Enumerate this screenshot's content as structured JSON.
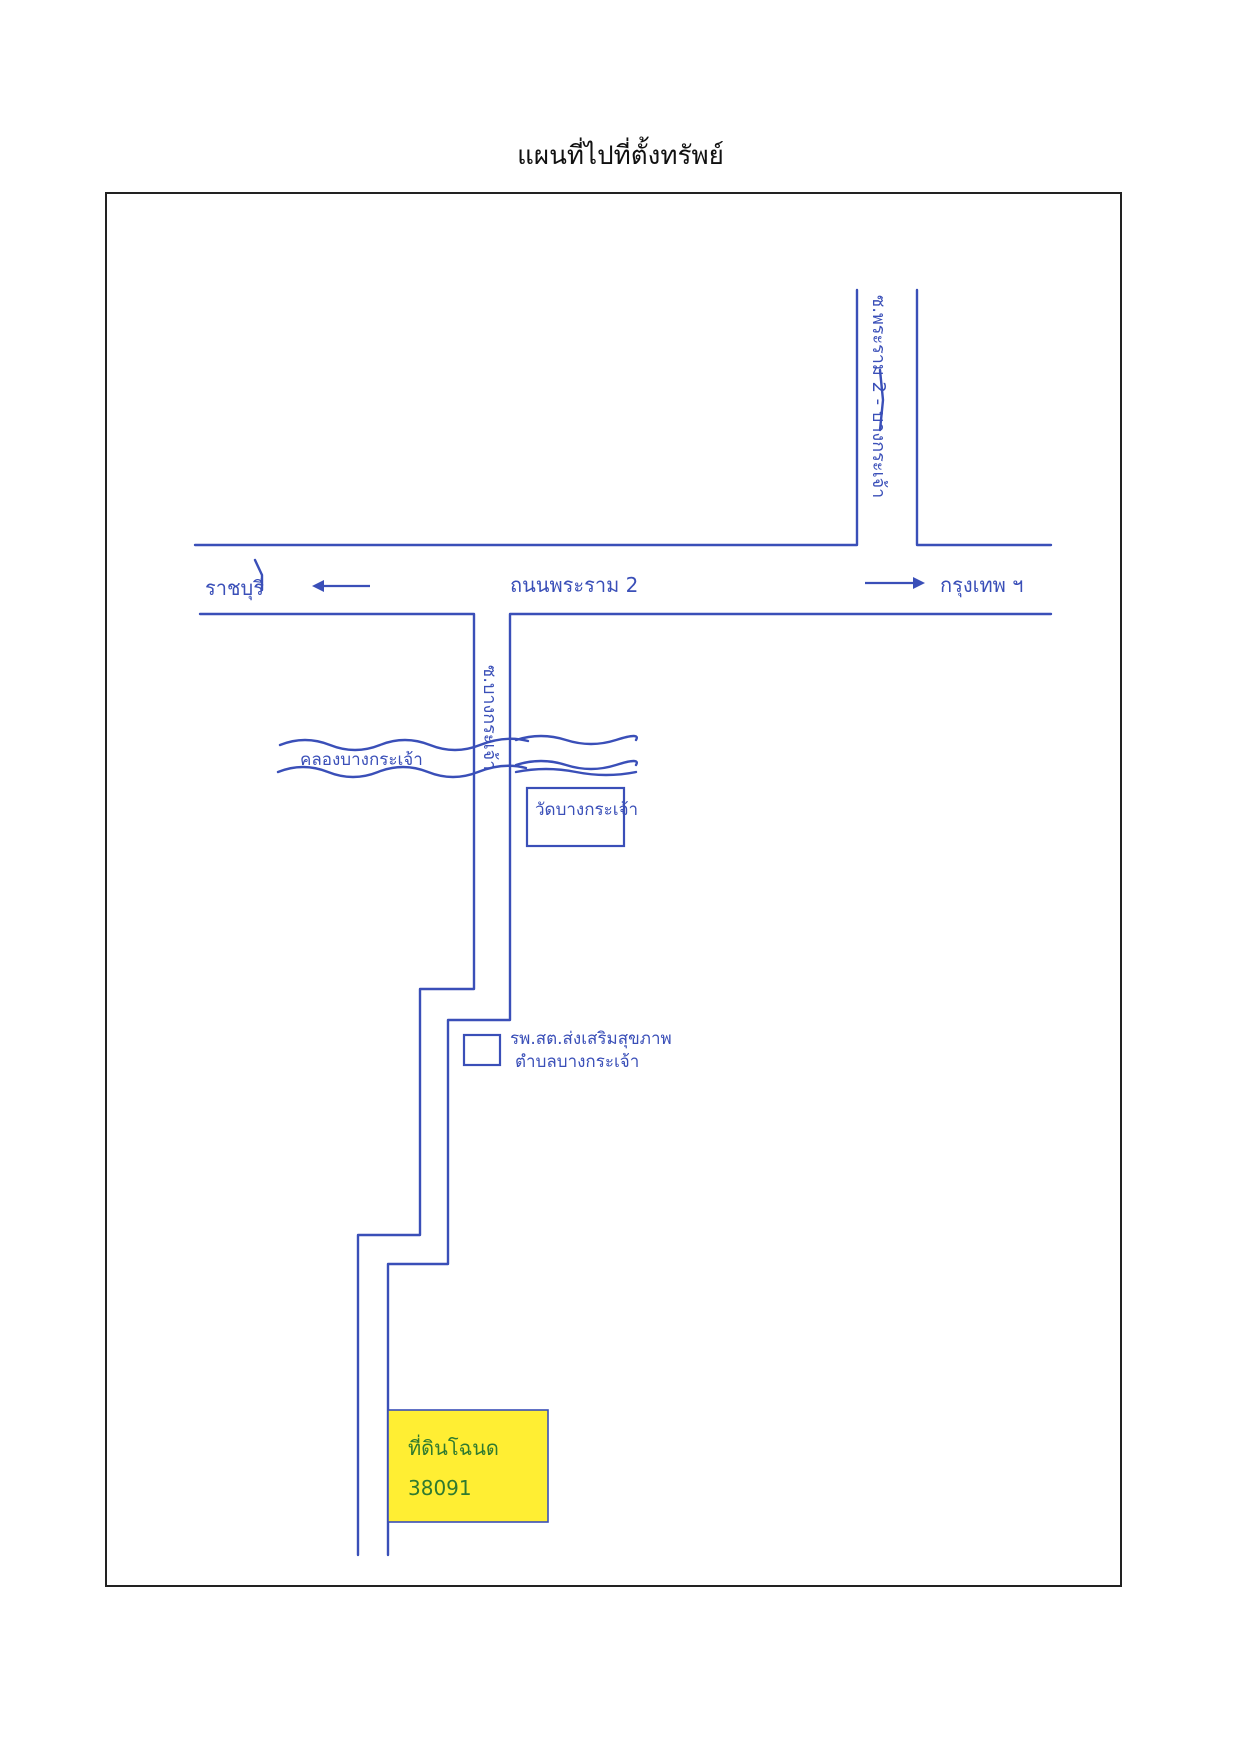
{
  "title": "แผนที่ไปที่ตั้งทรัพย์",
  "colors": {
    "ink": "#3a4fb8",
    "highlight": "#ffee33",
    "frame": "#222222",
    "highlight_text": "#2f7a2f"
  },
  "labels": {
    "road_main": "ถนนพระราม 2",
    "dir_west": "ราชบุรี",
    "dir_east": "กรุงเทพ ฯ",
    "soi_north": "ซ.พระราม 2 - บางกระเจ้า",
    "soi_south": "ซ.บางกระเจ้า",
    "canal": "คลองบางกระเจ้า",
    "temple": "วัดบางกระเจ้า",
    "health_line1": "รพ.สต.ส่งเสริมสุขภาพ",
    "health_line2": "ตำบลบางกระเจ้า",
    "property_line1": "ที่ดินโฉนด",
    "property_line2": "38091"
  }
}
